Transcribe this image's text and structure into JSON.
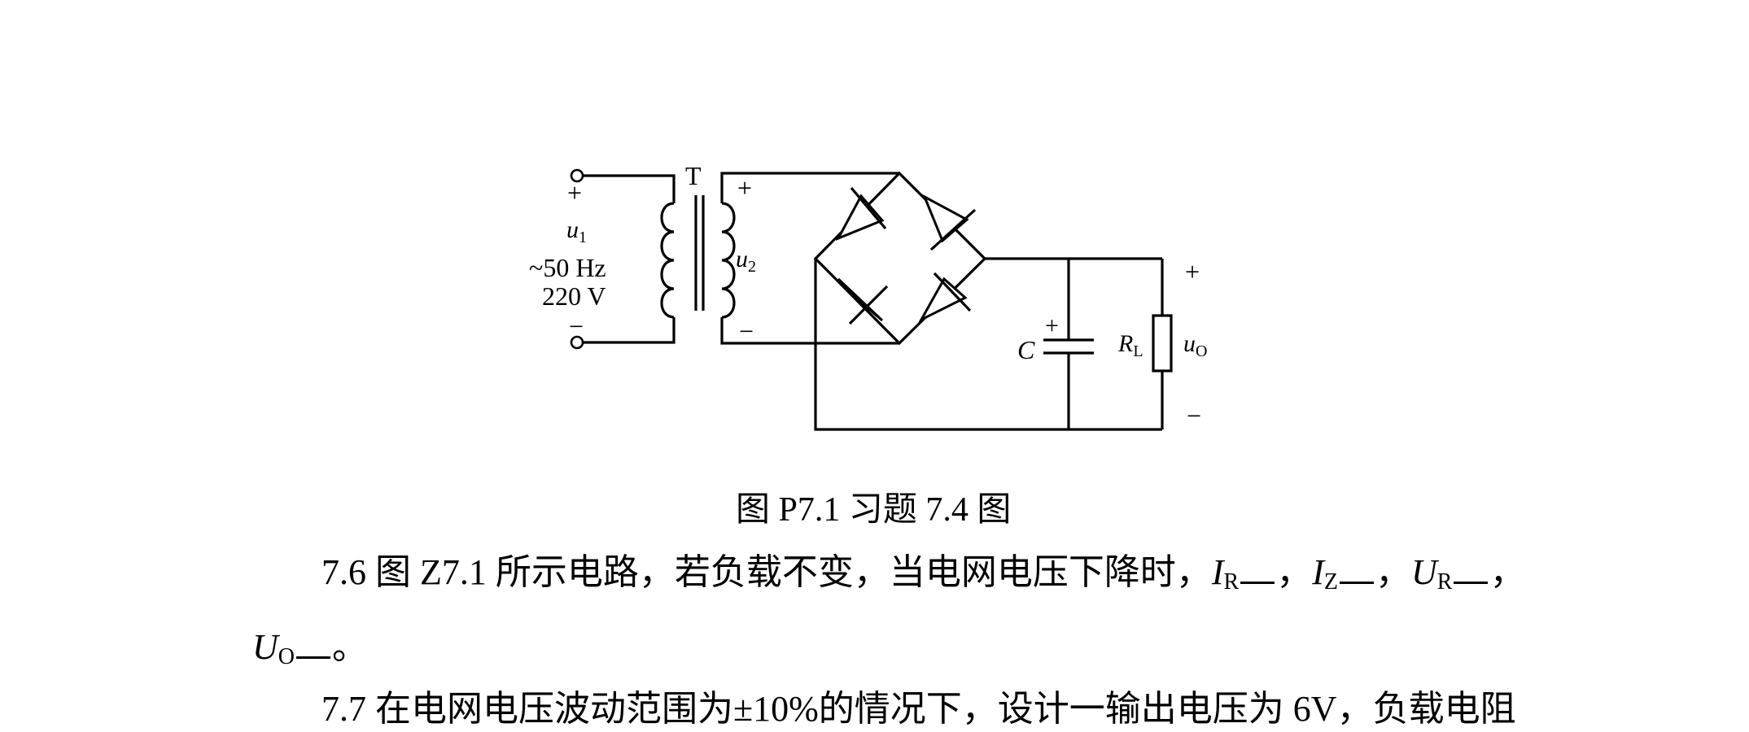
{
  "figure": {
    "transformer_label": "T",
    "input": {
      "plus": "+",
      "minus": "−",
      "voltage_symbol": "u",
      "voltage_sub": "1",
      "frequency": "~50 Hz",
      "voltage": "220 V"
    },
    "secondary": {
      "plus": "+",
      "minus": "−",
      "voltage_symbol": "u",
      "voltage_sub": "2"
    },
    "capacitor": {
      "label": "C",
      "polarity": "+"
    },
    "load": {
      "symbol": "R",
      "sub": "L"
    },
    "output": {
      "plus": "+",
      "minus": "−",
      "voltage_symbol": "u",
      "voltage_sub": "O"
    },
    "caption": "图 P7.1  习题 7.4 图"
  },
  "problem_7_6": {
    "text": "7.6 图 Z7.1 所示电路，若负载不变，当电网电压下降时，",
    "ir_symbol": "I",
    "ir_sub": "R",
    "iz_symbol": "I",
    "iz_sub": "Z",
    "ur_symbol": "U",
    "ur_sub": "R",
    "uo_symbol": "U",
    "uo_sub": "O",
    "separator": "，",
    "end": "。"
  },
  "problem_7_7": {
    "text": "7.7 在电网电压波动范围为±10%的情况下，设计一输出电压为 6V，负载电阻"
  }
}
